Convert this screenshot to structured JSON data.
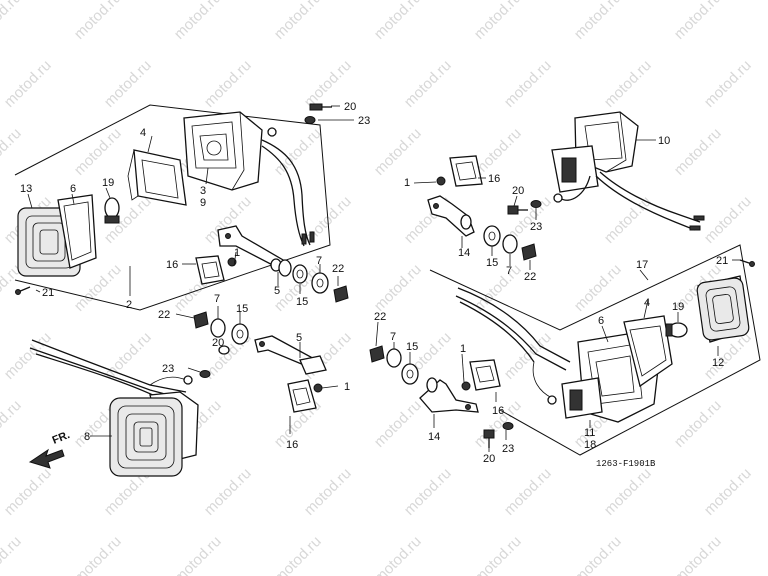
{
  "diagram": {
    "code": "1263-F1901B",
    "direction": "FR.",
    "watermark": "motod.ru",
    "labels": [
      "1",
      "2",
      "3",
      "4",
      "5",
      "6",
      "7",
      "8",
      "9",
      "10",
      "11",
      "12",
      "13",
      "14",
      "15",
      "16",
      "17",
      "18",
      "19",
      "20",
      "21",
      "22",
      "23"
    ]
  }
}
